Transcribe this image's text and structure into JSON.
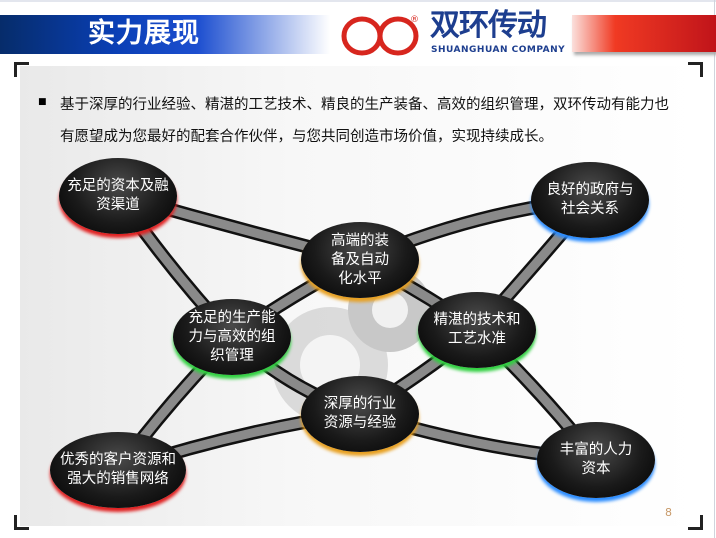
{
  "header": {
    "title": "实力展现",
    "logo_cn": "双环传动",
    "logo_en": "SHUANGHUAN COMPANY",
    "logo_mark": "®"
  },
  "intro": "基于深厚的行业经验、精湛的工艺技术、精良的生产装备、高效的组织管理，双环传动有能力也有愿望成为您最好的配套合作伙伴，与您共同创造市场价值，实现持续成长。",
  "nodes": [
    {
      "label": "充足的资本及融资渠道",
      "glow": "#e02020"
    },
    {
      "label": "良好的政府与社会关系",
      "glow": "#2a8cff"
    },
    {
      "label": "高端的装备及自动化水平",
      "glow": "#e8a020"
    },
    {
      "label": "充足的生产能力与高效的组织管理",
      "glow": "#30d040"
    },
    {
      "label": "精湛的技术和工艺水准",
      "glow": "#30d040"
    },
    {
      "label": "深厚的行业资源与经验",
      "glow": "#e8a020"
    },
    {
      "label": "优秀的客户资源和强大的销售网络",
      "glow": "#e02020"
    },
    {
      "label": "丰富的人力资本",
      "glow": "#2a8cff"
    }
  ],
  "page_number": "8"
}
